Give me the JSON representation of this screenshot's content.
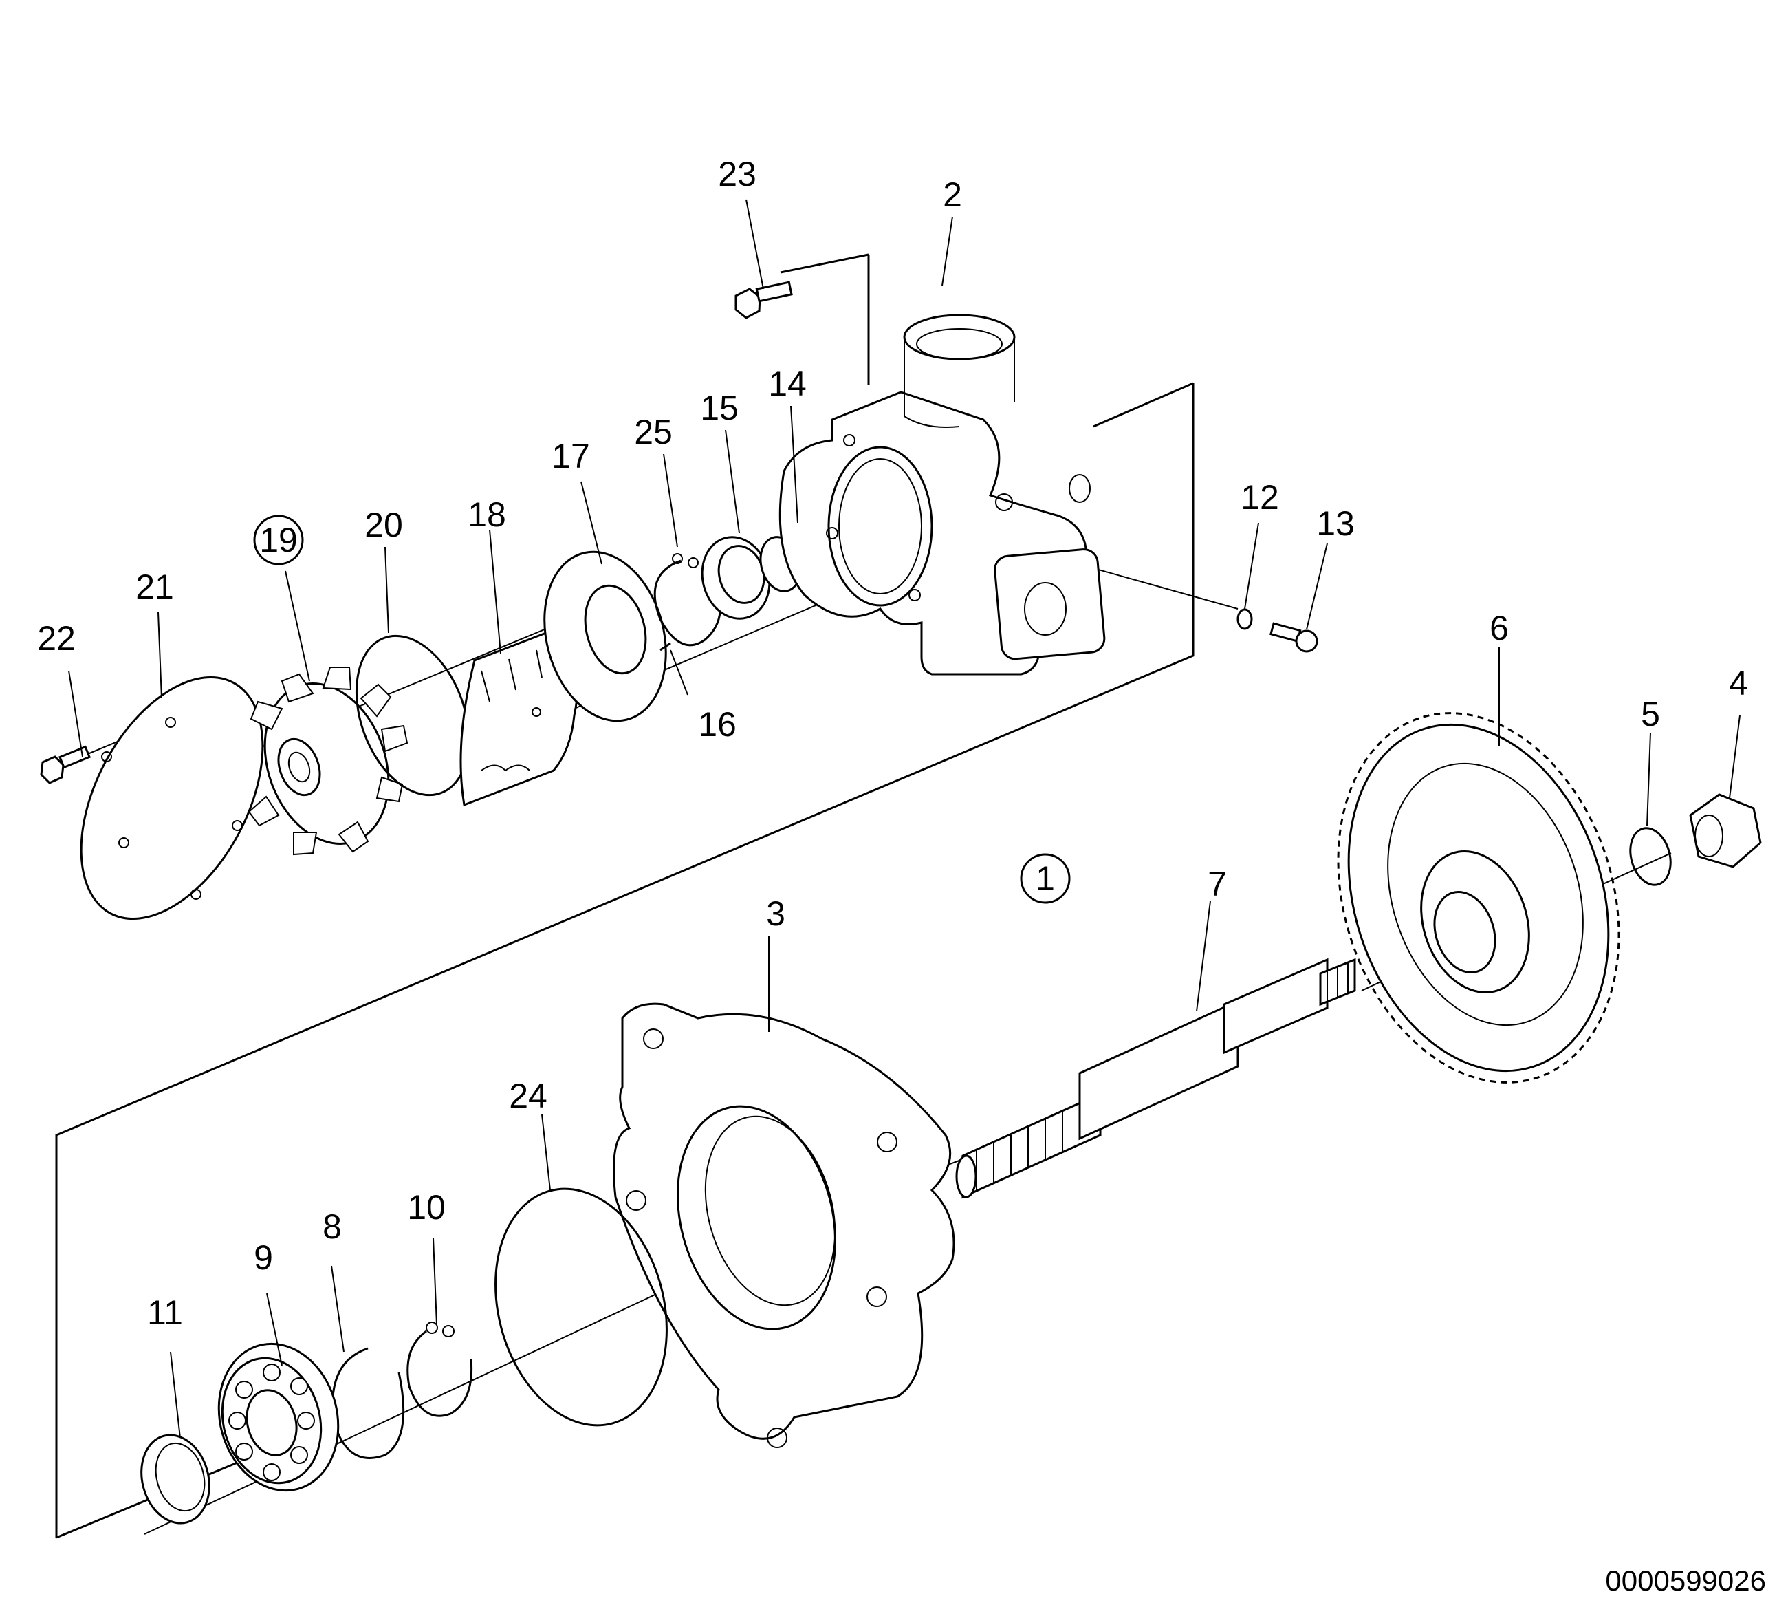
{
  "labels": {
    "p1": "1",
    "p2": "2",
    "p3": "3",
    "p4": "4",
    "p5": "5",
    "p6": "6",
    "p7": "7",
    "p8": "8",
    "p9": "9",
    "p10": "10",
    "p11": "11",
    "p12": "12",
    "p13": "13",
    "p14": "14",
    "p15": "15",
    "p16": "16",
    "p17": "17",
    "p18": "18",
    "p19": "19",
    "p20": "20",
    "p21": "21",
    "p22": "22",
    "p23": "23",
    "p24": "24",
    "p25": "25"
  },
  "drawing_number": "0000599026",
  "colors": {
    "ink": "#000000",
    "paper": "#ffffff"
  }
}
